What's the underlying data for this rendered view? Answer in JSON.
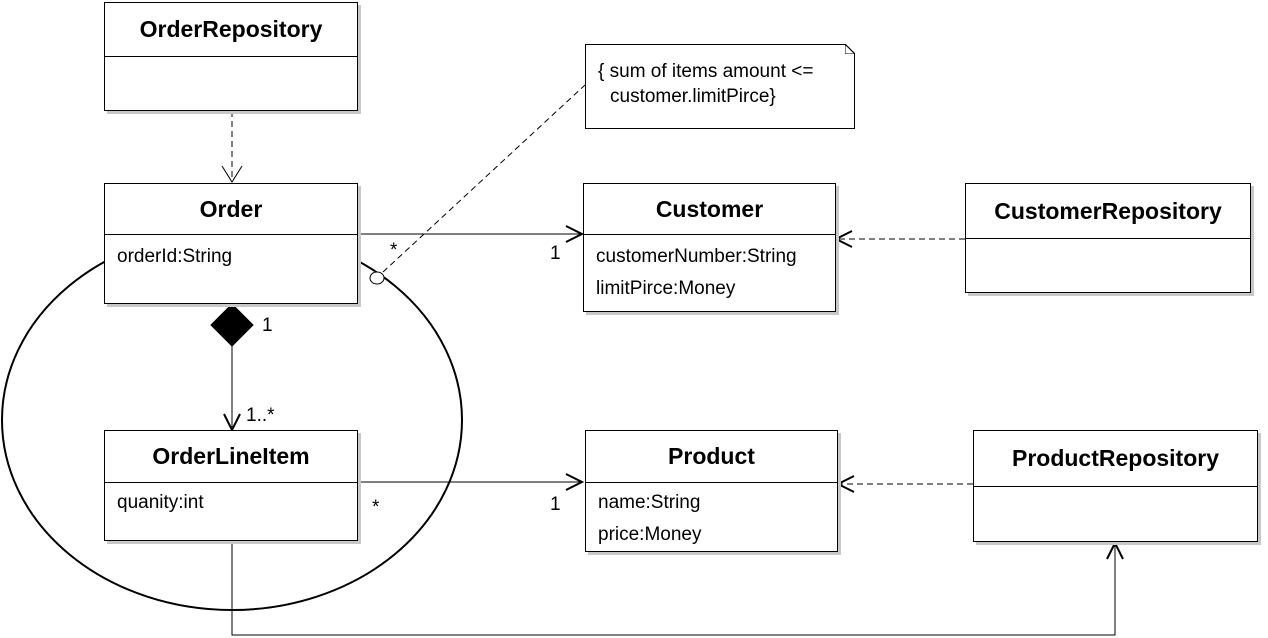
{
  "classes": {
    "order_repository": {
      "name": "OrderRepository",
      "attributes": []
    },
    "order": {
      "name": "Order",
      "attributes": [
        "orderId:String"
      ]
    },
    "customer": {
      "name": "Customer",
      "attributes": [
        "customerNumber:String",
        "limitPirce:Money"
      ]
    },
    "customer_repository": {
      "name": "CustomerRepository",
      "attributes": []
    },
    "order_line_item": {
      "name": "OrderLineItem",
      "attributes": [
        "quanity:int"
      ]
    },
    "product": {
      "name": "Product",
      "attributes": [
        "name:String",
        "price:Money"
      ]
    },
    "product_repository": {
      "name": "ProductRepository",
      "attributes": []
    }
  },
  "note": {
    "line1": "{ sum of items amount <=",
    "line2": "customer.limitPirce}"
  },
  "multiplicities": {
    "order_customer_source": "*",
    "order_customer_target": "1",
    "composition_source": "1",
    "composition_target": "1..*",
    "item_product_source": "*",
    "item_product_target": "1"
  }
}
